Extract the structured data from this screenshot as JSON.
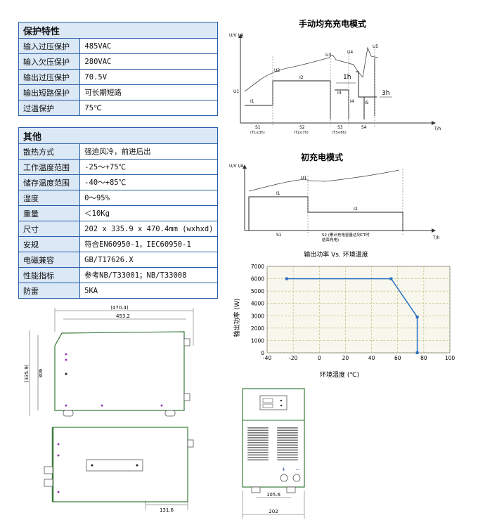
{
  "protection": {
    "title": "保护特性",
    "rows": [
      {
        "k": "输入过压保护",
        "v": "485VAC"
      },
      {
        "k": "输入欠压保护",
        "v": "280VAC"
      },
      {
        "k": "输出过压保护",
        "v": "70.5V"
      },
      {
        "k": "输出短路保护",
        "v": "可长期短路"
      },
      {
        "k": "过温保护",
        "v": "75℃"
      }
    ]
  },
  "other": {
    "title": "其他",
    "rows": [
      {
        "k": "散热方式",
        "v": "强迫风冷，前进后出"
      },
      {
        "k": "工作温度范围",
        "v": "-25～+75℃"
      },
      {
        "k": "储存温度范围",
        "v": "-40～+85℃"
      },
      {
        "k": "湿度",
        "v": "0～95%"
      },
      {
        "k": "重量",
        "v": "＜10Kg"
      },
      {
        "k": "尺寸",
        "v": "202 x 335.9 x 470.4mm (wxhxd)"
      },
      {
        "k": "安规",
        "v": "符合EN60950-1，IEC60950-1"
      },
      {
        "k": "电磁兼容",
        "v": "GB/T17626.X"
      },
      {
        "k": "性能指标",
        "v": "参考NB/T33001；NB/T33008"
      },
      {
        "k": "防雷",
        "v": "5KA"
      }
    ]
  },
  "manual_mode": {
    "title": "手动均充充电模式",
    "y_axis": "U/V I/A",
    "x_axis": "T/h",
    "labels": {
      "u1": "U1",
      "u2": "U2",
      "u3": "U3",
      "u4": "U4",
      "u5": "U5",
      "i1": "I1",
      "i2": "I2",
      "i3": "I3",
      "i4": "I4",
      "i5": "I5",
      "h1": "1h",
      "h3": "3h"
    },
    "stages": [
      {
        "name": "S1",
        "note": "(T1≤3h)"
      },
      {
        "name": "S2",
        "note": "(T2≤7h)"
      },
      {
        "name": "S3",
        "note": "(T3≤6h)"
      },
      {
        "name": "S4",
        "note": ""
      }
    ]
  },
  "initial_mode": {
    "title": "初充电模式",
    "y_axis": "U/V I/A",
    "x_axis": "T/h",
    "labels": {
      "u1": "U1",
      "i1": "I1",
      "i2": "I2"
    },
    "stage1": "S1",
    "stage2_line1": "S2 (累计充电容量达到CT时",
    "stage2_line2": "结束充电)"
  },
  "chart_data": {
    "type": "line",
    "title": "输出功率 Vs. 环境温度",
    "xlabel": "环境温度 (℃)",
    "ylabel": "输出功率 (W)",
    "x": [
      -25,
      55,
      75,
      75
    ],
    "series": [
      {
        "values": [
          6000,
          6000,
          2900,
          0
        ]
      }
    ],
    "xlim": [
      -40,
      100
    ],
    "ylim": [
      0,
      7000
    ],
    "xticks": [
      -40,
      -20,
      0,
      20,
      40,
      60,
      80,
      100
    ],
    "yticks": [
      0,
      1000,
      2000,
      3000,
      4000,
      5000,
      6000,
      7000
    ],
    "grid": true,
    "colors": {
      "line": "#2a6fc0",
      "grid": "#b8b870",
      "plot_bg": "#f7f7ee"
    }
  },
  "drawings": {
    "side_dim_outer": "(470.4)",
    "side_dim_inner": "453.2",
    "height_outer": "(335.9)",
    "height_inner": "306",
    "top_dim": "131.6",
    "front_dim_inner": "105.6",
    "front_dim_outer": "202",
    "plus_symbol": "+",
    "minus_symbol": "−"
  }
}
